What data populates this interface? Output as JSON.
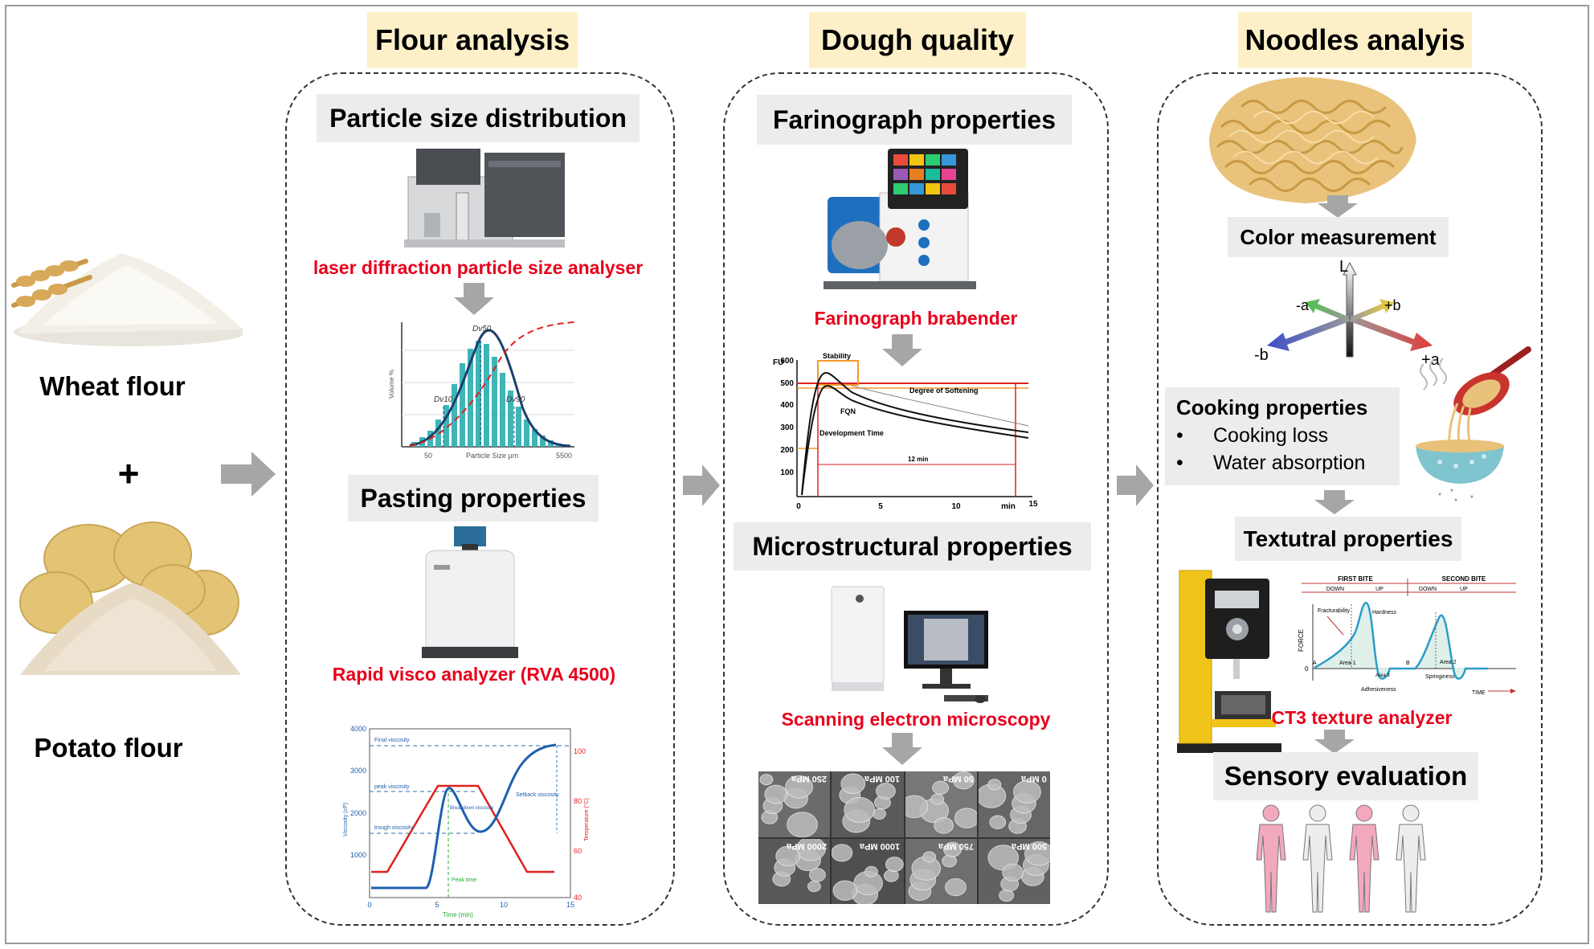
{
  "ingredients": {
    "wheat": "Wheat flour",
    "plus": "+",
    "potato": "Potato flour"
  },
  "flour": {
    "header": "Flour analysis",
    "psd_title": "Particle size distribution",
    "laser_label": "laser diffraction particle size analyser",
    "pasting_title": "Pasting properties",
    "rva_label": "Rapid visco analyzer (RVA 4500)"
  },
  "dough": {
    "header": "Dough quality",
    "farino_title": "Farinograph properties",
    "farino_label": "Farinograph brabender",
    "micro_title": "Microstructural properties",
    "sem_label": "Scanning electron microscopy"
  },
  "noodles": {
    "header": "Noodles analyis",
    "color_title": "Color measurement",
    "cooking_title": "Cooking properties",
    "cooking_items": [
      "Cooking loss",
      "Water absorption"
    ],
    "texture_title": "Textutral properties",
    "ct3_label": "CT3 texture analyzer",
    "sensory_title": "Sensory evaluation"
  },
  "psd_chart": {
    "ylabel": "Volume %",
    "xlabel": "Particle Size µm",
    "x_start": "50",
    "x_end": "5500",
    "labels": [
      "Dv10",
      "Dv50",
      "Dv90"
    ]
  },
  "farino_chart": {
    "yunit": "FU",
    "yticks": [
      "100",
      "200",
      "300",
      "400",
      "500",
      "600"
    ],
    "xticks": [
      "0",
      "5",
      "10",
      "min",
      "15"
    ],
    "annotations": [
      "Stability",
      "Degree of Softening",
      "FQN",
      "Development Time",
      "12 min"
    ]
  },
  "rva_chart": {
    "yticks_left": [
      "4000",
      "3000",
      "2000",
      "1000"
    ],
    "yticks_right": [
      "100",
      "80",
      "60",
      "40"
    ],
    "xticks": [
      "0",
      "5",
      "10",
      "15"
    ],
    "ylabel_left": "Viscosity (cP)",
    "ylabel_right": "Temperature (°C)",
    "xlabel": "Time (min)",
    "annotations": [
      "Final viscosity",
      "peak viscosity",
      "trough viscosity",
      "Setback viscosity",
      "Breakdown viscosity",
      "Peak time"
    ]
  },
  "color_axes": {
    "l": "L",
    "minus_a": "-a",
    "plus_b": "+b",
    "minus_b": "-b",
    "plus_a": "+a"
  },
  "tpa_chart": {
    "first_bite": "FIRST BITE",
    "second_bite": "SECOND BITE",
    "phases": [
      "DOWN",
      "UP",
      "DOWN",
      "UP"
    ],
    "force": "FORCE",
    "time": "TIME",
    "hardness": "Hardness",
    "fracturability": "Fracturability",
    "area1": "Area 1",
    "area2": "Area 2",
    "area3": "Area 3",
    "adhesiveness": "Adhesiveness",
    "springiness": "Springiness",
    "point_a": "A",
    "point_b": "B",
    "zero": "0"
  },
  "sem_labels": [
    "250 MPa",
    "100 MPa",
    "50 MPa",
    "0 MPa",
    "2000 MPa",
    "1000 MPa",
    "750 MPa",
    "500 MPa"
  ],
  "colors": {
    "header_bg": "#fdf0c9",
    "box_bg": "#ececec",
    "label_red": "#e8001c",
    "arrow_gray": "#a6a6a6"
  }
}
